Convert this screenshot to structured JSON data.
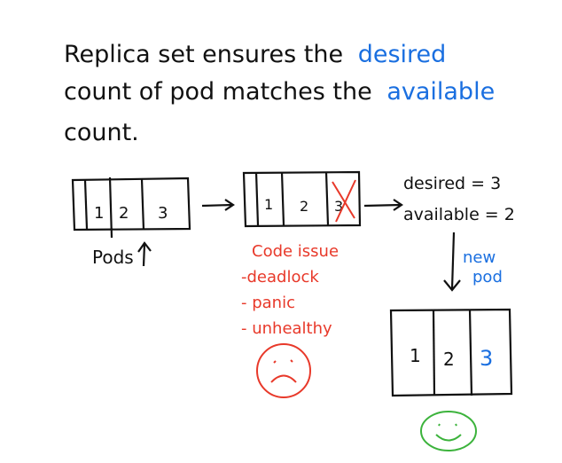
{
  "heading": {
    "line1_part1": "Replica set ensures the",
    "line1_highlight": "desired",
    "line2_part1": "count of pod matches the",
    "line2_highlight": "available",
    "line3": "count."
  },
  "box1": {
    "cells": [
      "1",
      "2",
      "3"
    ],
    "pods_label": "Pods"
  },
  "box2": {
    "cells": [
      "1",
      "2",
      "3"
    ]
  },
  "status": {
    "desired": "desired = 3",
    "available": "available = 2"
  },
  "new_pod": {
    "line1": "new",
    "line2": "pod"
  },
  "issues": {
    "title": "Code issue",
    "items": [
      "-deadlock",
      "- panic",
      "- unhealthy"
    ]
  },
  "box3": {
    "cells": [
      "1",
      "2",
      "3"
    ]
  },
  "colors": {
    "ink": "#111111",
    "blue": "#1a6fe0",
    "red": "#e8392a",
    "green": "#3cb33c"
  }
}
